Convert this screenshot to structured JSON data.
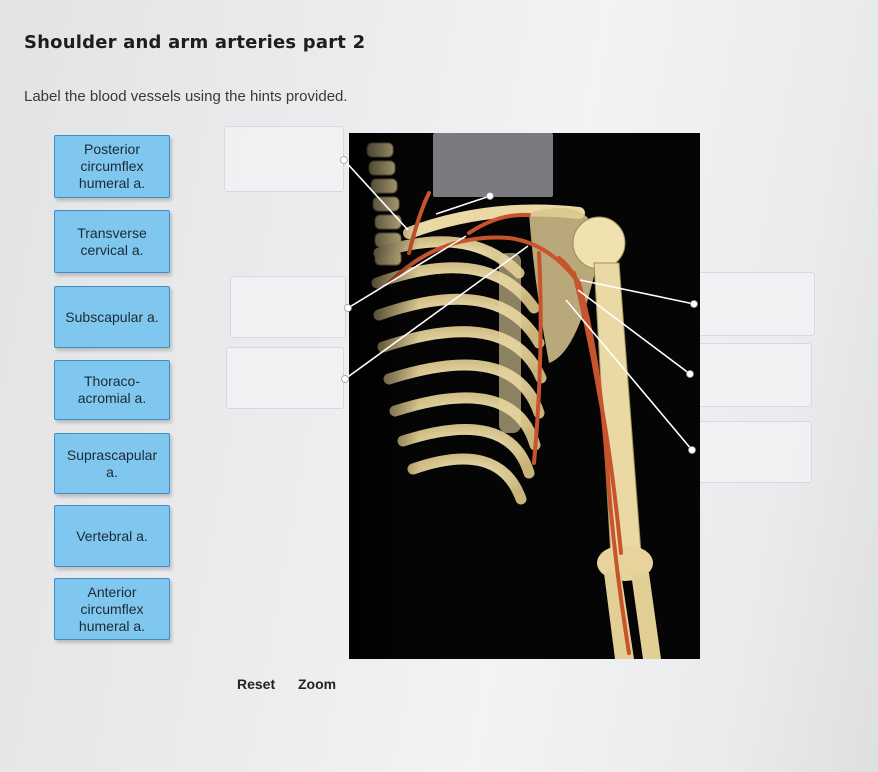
{
  "page": {
    "title": "Shoulder and arm arteries part 2",
    "instructions": "Label the blood vessels using the hints provided."
  },
  "labels": [
    "Posterior\ncircumflex\nhumeral a.",
    "Transverse\ncervical a.",
    "Subscapular a.",
    "Thoraco-\nacromial a.",
    "Suprascapular\na.",
    "Vertebral a.",
    "Anterior\ncircumflex\nhumeral a."
  ],
  "drop_targets_count": 7,
  "figure": {
    "subject": "skeleton of shoulder, rib cage and arm with arteries",
    "background": "#050505",
    "bone_color": "#e8d9a6",
    "artery_color": "#c8542e"
  },
  "controls": {
    "reset": "Reset",
    "zoom": "Zoom"
  }
}
